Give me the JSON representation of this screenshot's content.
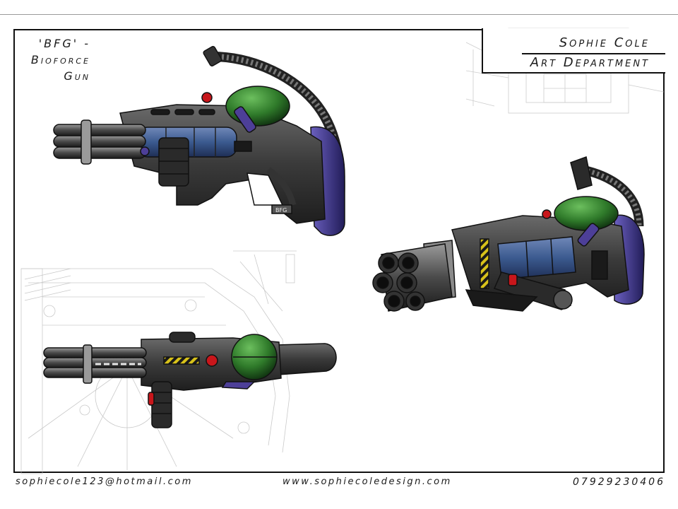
{
  "sheet": {
    "title_lines": [
      "'BFG' -",
      "Bioforce",
      "Gun"
    ],
    "author": {
      "name": "Sophie Cole",
      "department": "Art Department"
    },
    "footer": {
      "email": "sophiecole123@hotmail.com",
      "website": "www.sophiecoledesign.com",
      "phone": "07929230406"
    }
  },
  "artwork": {
    "views": [
      "side-view",
      "three-quarter-view",
      "top-view"
    ],
    "side_label": "BFG",
    "colors": {
      "body": "#3a3a3a",
      "metal_light": "#8a8a8a",
      "tank_blue": "#3b5a8f",
      "dome_green": "#2f7a2a",
      "knob_purple": "#4d3f98",
      "button_red": "#c8161b",
      "hazard_yellow": "#d8c21a"
    }
  }
}
